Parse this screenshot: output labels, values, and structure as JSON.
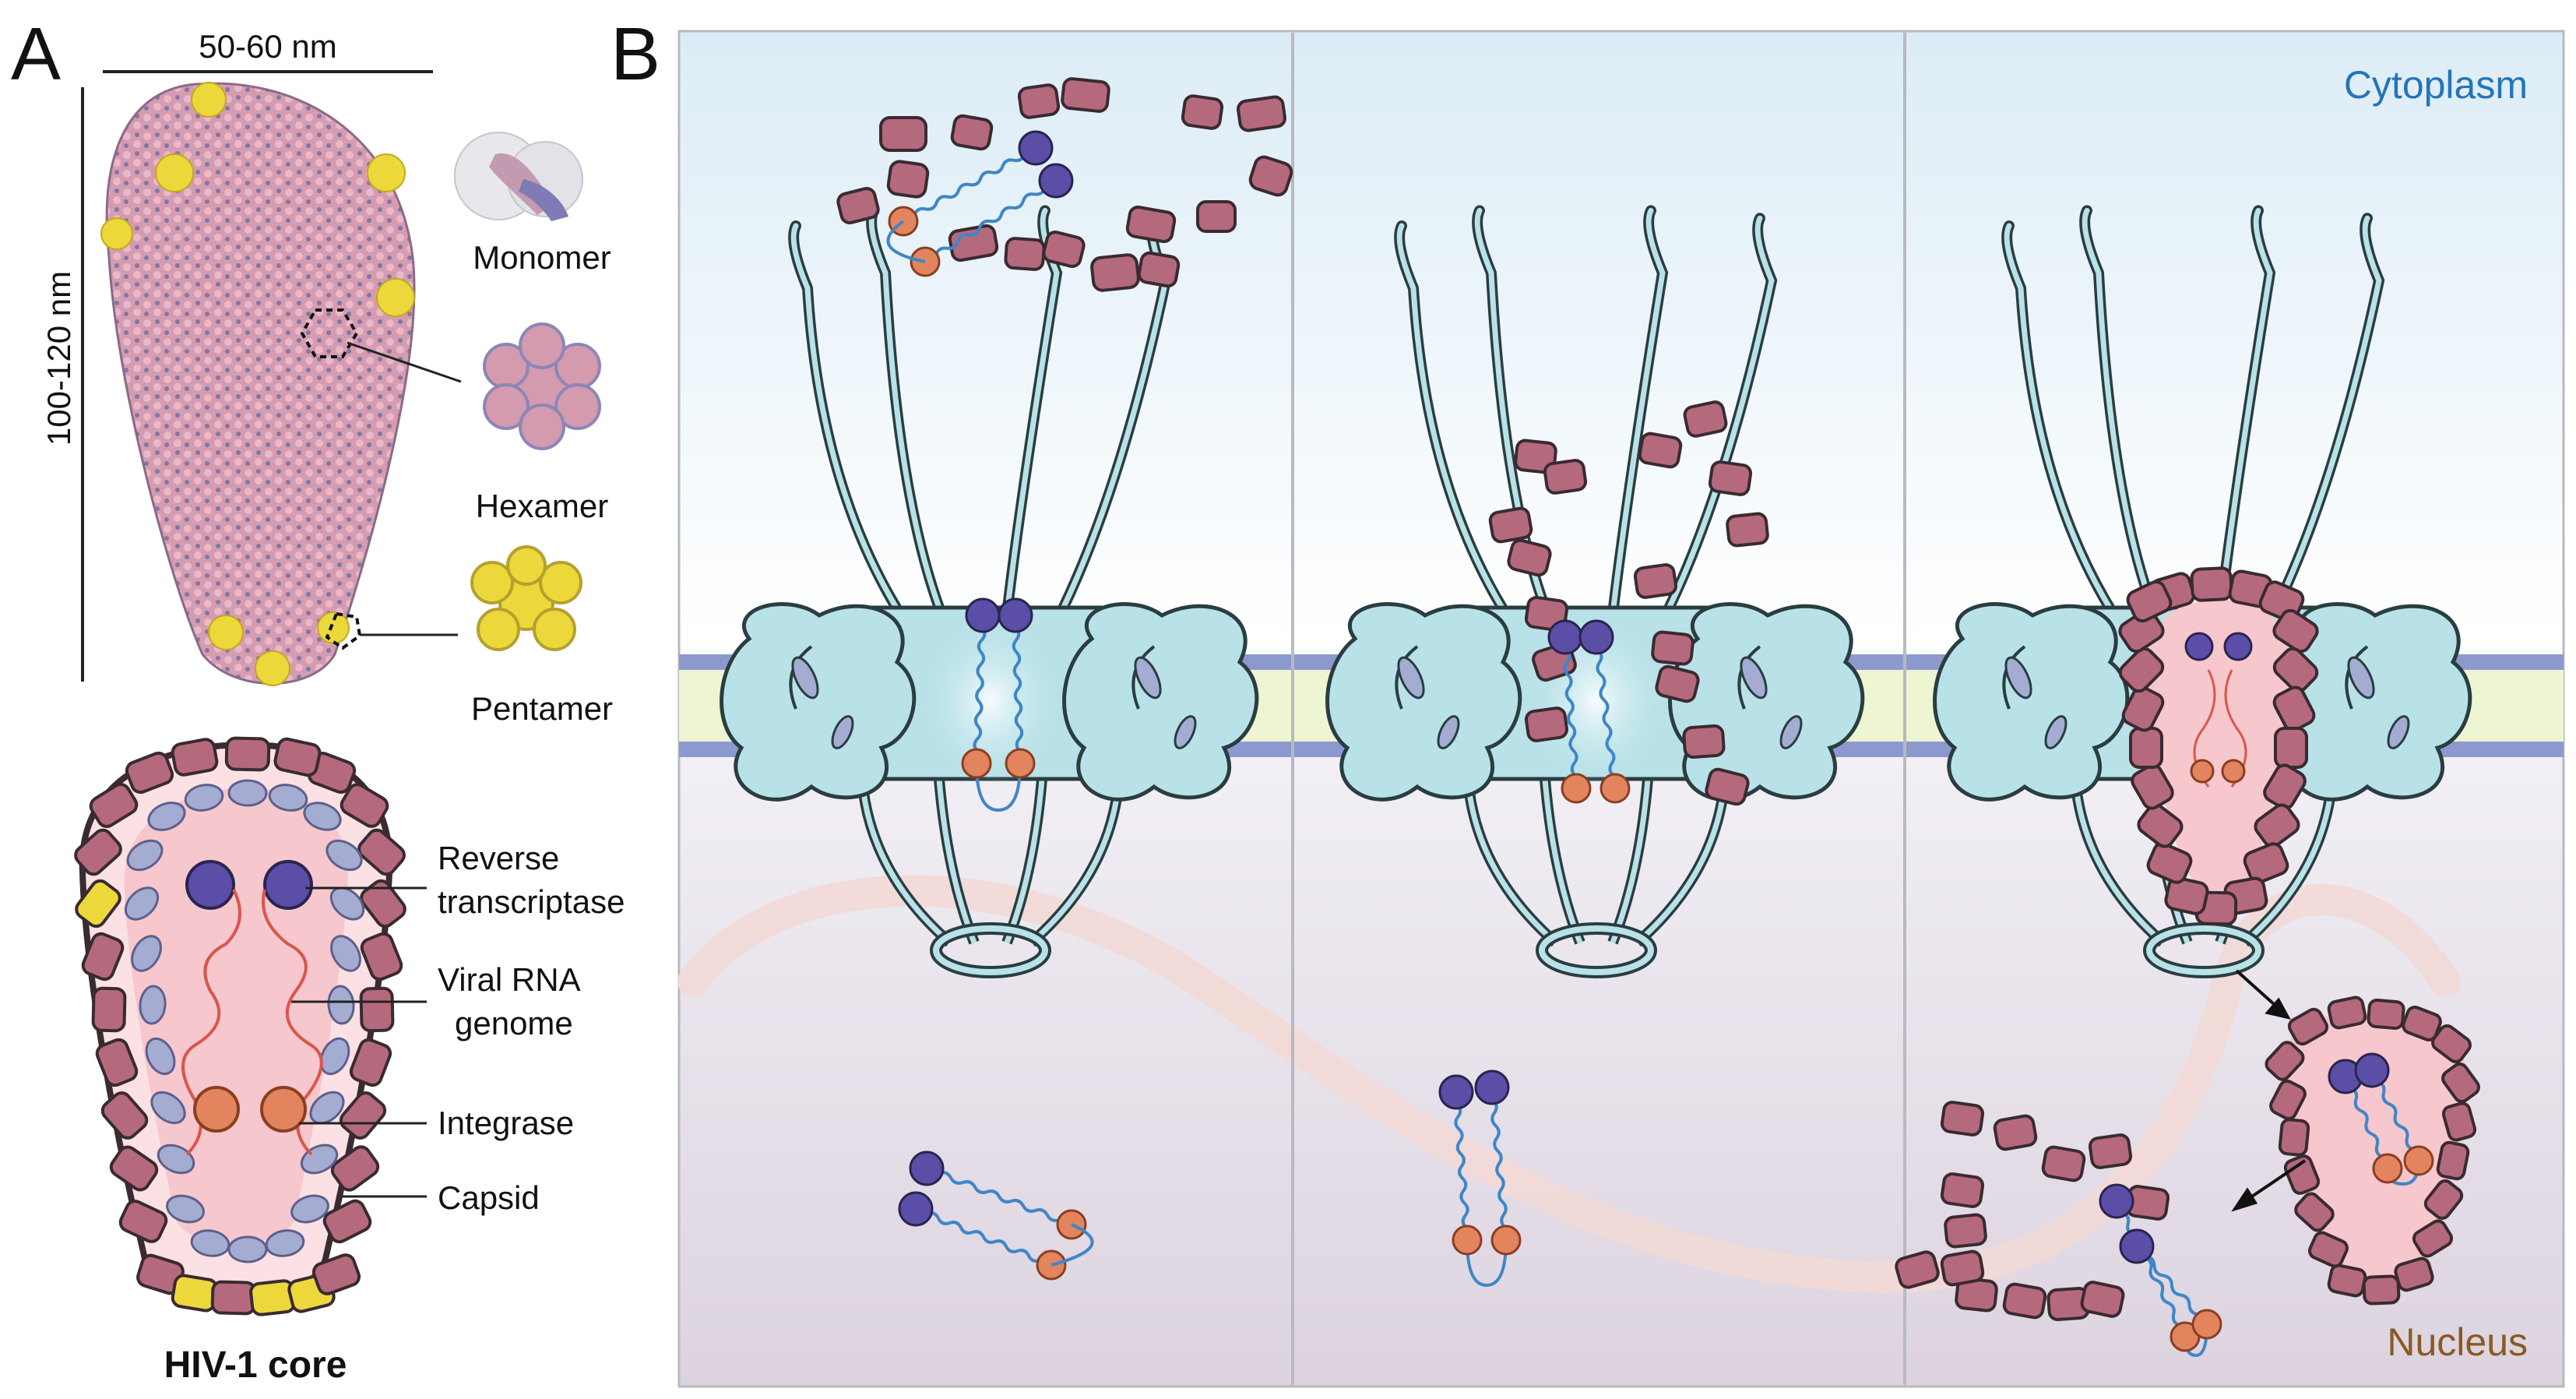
{
  "panels": {
    "a": "A",
    "b": "B"
  },
  "panel_a": {
    "width_label": "50-60 nm",
    "height_label": "100-120 nm",
    "monomer": "Monomer",
    "hexamer": "Hexamer",
    "pentamer": "Pentamer",
    "reverse_transcriptase": [
      "Reverse",
      "transcriptase"
    ],
    "viral_rna": [
      "Viral RNA",
      "genome"
    ],
    "integrase": "Integrase",
    "capsid": "Capsid",
    "core_title": "HIV-1 core"
  },
  "panel_b": {
    "cytoplasm": "Cytoplasm",
    "nucleus": "Nucleus"
  },
  "colors": {
    "capsid_protein": "#b46a7c",
    "capsid_inner": "#a5acd2",
    "pentamer": "#ecd83a",
    "reverse_transcriptase": "#5b4ea6",
    "integrase": "#e2855e",
    "viral_dna": "#3f86c8",
    "viral_rna": "#d9564c",
    "nuclear_pore": "#b9e2e8",
    "membrane": "#8c99cf",
    "membrane_lumen": "#eef5d2",
    "cytoplasm_label": "#2574b8",
    "nucleus_label": "#8a5a24"
  }
}
